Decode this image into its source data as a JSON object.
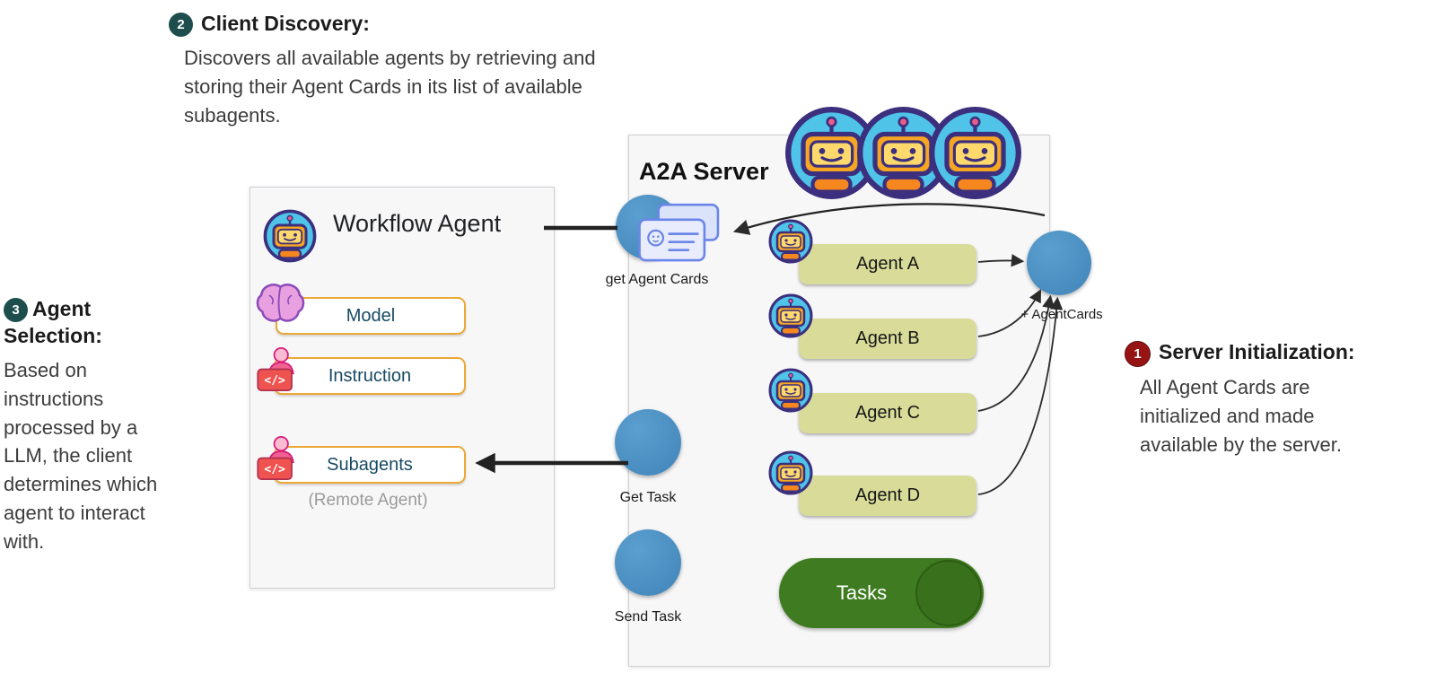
{
  "annotations": {
    "discovery": {
      "num": "2",
      "title": "Client Discovery:",
      "body": "Discovers all available agents by retrieving and storing their Agent Cards in its list of available subagents."
    },
    "selection": {
      "num": "3",
      "title": "Agent Selection:",
      "body": "Based on instructions processed by a LLM, the client determines which agent to interact with."
    },
    "initialization": {
      "num": "1",
      "title": "Server Initialization:",
      "body": "All Agent Cards are initialized and made available by the server."
    }
  },
  "workflow": {
    "title": "Workflow Agent",
    "model_label": "Model",
    "instruction_label": "Instruction",
    "subagents_label": "Subagents",
    "remote_note": "(Remote Agent)"
  },
  "server": {
    "title": "A2A Server",
    "get_agent_cards_label": "get Agent Cards",
    "agent_cards_label": "+ AgentCards",
    "get_task_label": "Get Task",
    "send_task_label": "Send Task",
    "tasks_label": "Tasks",
    "agents": [
      {
        "label": "Agent A"
      },
      {
        "label": "Agent B"
      },
      {
        "label": "Agent C"
      },
      {
        "label": "Agent D"
      }
    ]
  },
  "icons": {
    "robot": "robot-icon",
    "brain": "brain-icon",
    "coder": "person-coding-icon",
    "cards": "agent-cards-icon"
  },
  "colors": {
    "accent_blue": "#4a8ec2",
    "task_green": "#3f7b20",
    "agent_khaki": "#d9dc99",
    "badge_teal": "#1d4e4d",
    "badge_red": "#971414",
    "box_border_gold": "#eca836",
    "panel_bg": "#f7f7f8"
  }
}
